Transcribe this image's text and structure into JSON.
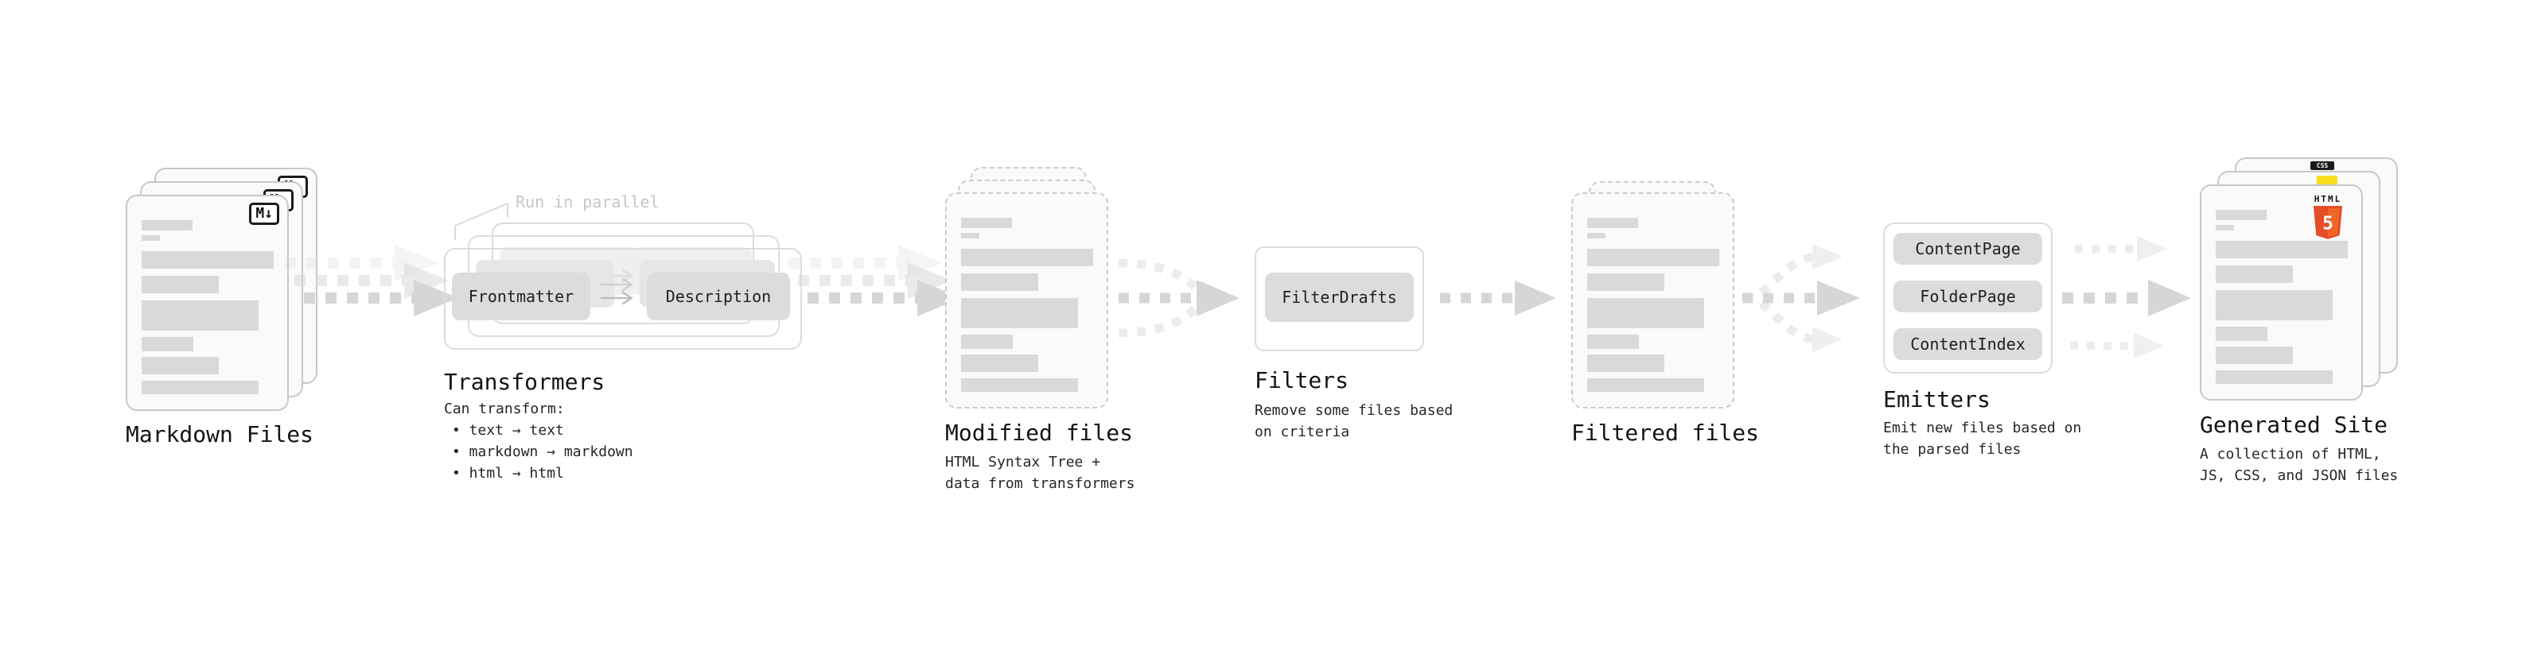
{
  "diagram": {
    "stages": {
      "markdown_files": {
        "label": "Markdown Files"
      },
      "transformers": {
        "label": "Transformers",
        "annotation": "Run in parallel",
        "box_left": "Frontmatter",
        "box_right": "Description",
        "note_title": "Can transform:",
        "note_items": [
          "• text → text",
          "• markdown → markdown",
          "• html → html"
        ]
      },
      "modified_files": {
        "label": "Modified files",
        "sublabel": "HTML Syntax Tree +\ndata from transformers"
      },
      "filters": {
        "label": "Filters",
        "box": "FilterDrafts",
        "sublabel": "Remove some files based\non criteria"
      },
      "filtered_files": {
        "label": "Filtered files"
      },
      "emitters": {
        "label": "Emitters",
        "boxes": [
          "ContentPage",
          "FolderPage",
          "ContentIndex"
        ],
        "sublabel": "Emit new files based on\nthe parsed files"
      },
      "generated_site": {
        "label": "Generated Site",
        "sublabel": "A collection of HTML,\nJS, CSS, and JSON files"
      }
    },
    "icons": {
      "markdown_badge": "M↓",
      "html5_label": "HTML",
      "html5_number": "5",
      "css_label": "CSS"
    },
    "colors": {
      "arrow": "#d6d6d6",
      "arrow_light": "#ececec",
      "bar": "#d9d9d9",
      "box_fill": "#dcdcdc",
      "doc_border": "#c7c7c7",
      "html5_orange": "#e44d26",
      "html5_orange_light": "#f16529",
      "js_yellow": "#f7df1e",
      "css_blue": "#2a6fdb",
      "annotation_gray": "#c6c6c6"
    }
  }
}
